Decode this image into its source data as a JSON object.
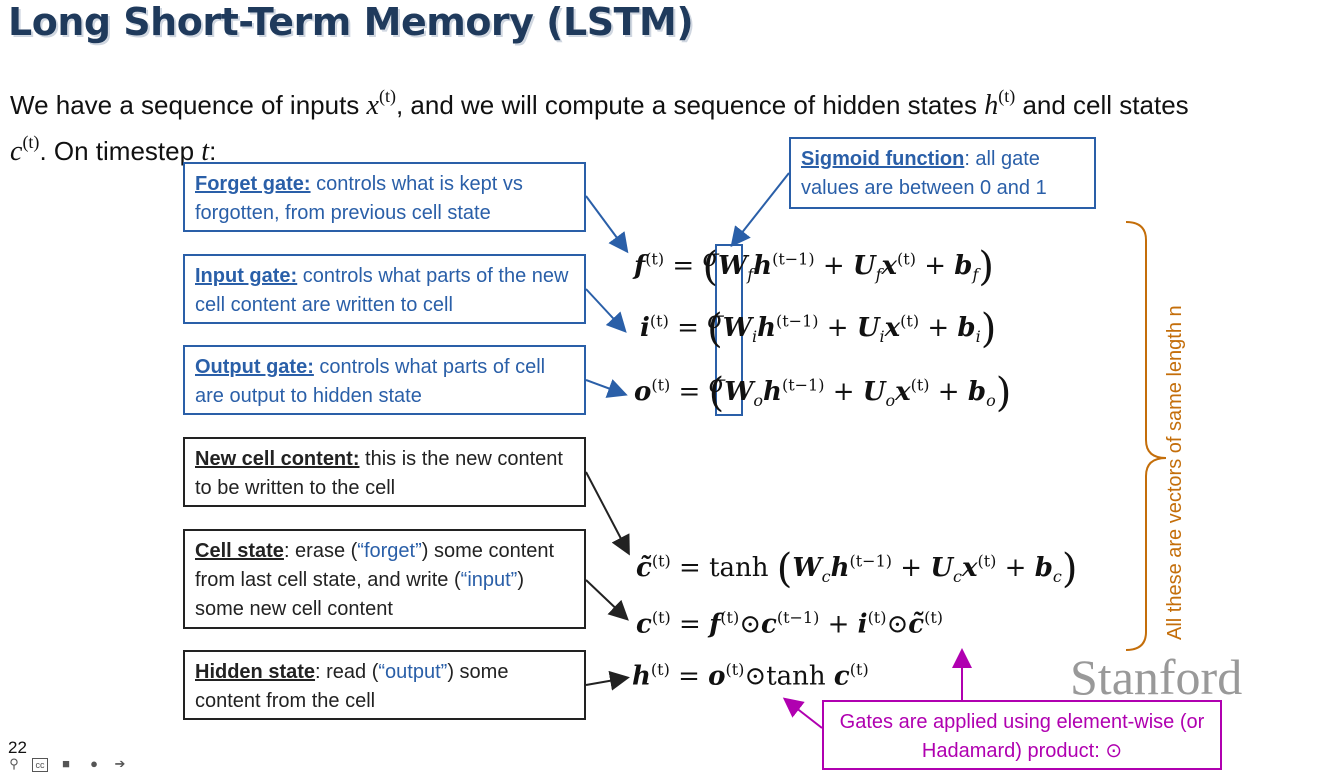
{
  "title": "Long Short-Term Memory (LSTM)",
  "intro": {
    "t1": "We have a sequence of inputs ",
    "x": "x",
    "t2": ", and we will compute a sequence of hidden states ",
    "h": "h",
    "t3": " and cell states",
    "c": "c",
    "t4": ".  On timestep ",
    "tvar": "t",
    "t5": ":",
    "sup_t": "(t)"
  },
  "boxes": {
    "forget": {
      "head": "Forget gate:",
      "body": " controls what is kept vs forgotten, from previous cell state"
    },
    "input": {
      "head": "Input gate:",
      "body": " controls what parts of the new cell content are written to cell"
    },
    "output": {
      "head": "Output gate:",
      "body": " controls what parts of cell are output to hidden state"
    },
    "newcell": {
      "head": "New cell content:",
      "body": " this is the new content to be written to the cell"
    },
    "cellstate": {
      "head": "Cell state",
      "b1": ": erase (",
      "q1": "“forget”",
      "b2": ") some content from last cell state, and write (",
      "q2": "“input”",
      "b3": ") some new cell content"
    },
    "hidden": {
      "head": "Hidden state",
      "b1": ": read (",
      "q1": "“output”",
      "b2": ") some content from the cell"
    },
    "sigmoid": {
      "head": "Sigmoid function",
      "body": ": all gate values are between 0 and 1"
    },
    "gates": {
      "body": "Gates are applied using element-wise (or Hadamard) product: ⊙"
    }
  },
  "side_note": "All these are vectors of same length n",
  "logo": "Stanford",
  "page_number": "22",
  "colors": {
    "blue": "#2a5fa8",
    "orange": "#c46e0a",
    "magenta": "#b000b0",
    "title": "#1f3a5c"
  },
  "controls": [
    "search-icon",
    "cc-icon",
    "video-icon",
    "more-icon",
    "next-icon"
  ]
}
